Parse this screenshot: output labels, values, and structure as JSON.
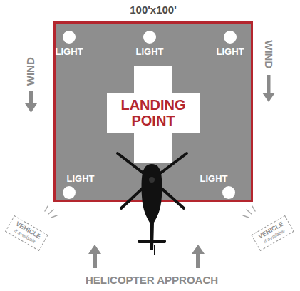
{
  "diagram": {
    "nodes": [
      {
        "text": [
          "100'x100'"
        ]
      },
      {
        "text": [
          "LANDING POINT"
        ],
        "in": 0
      },
      {
        "text": [
          "VEHICLE",
          "if available"
        ]
      },
      {
        "text": [
          "VEHICLE",
          "if available"
        ]
      }
    ],
    "labels": [
      "LIGHT",
      "LIGHT",
      "LIGHT",
      "WIND",
      "WIND",
      "LIGHT",
      "LIGHT",
      "HELICOPTER APPROACH"
    ]
  }
}
